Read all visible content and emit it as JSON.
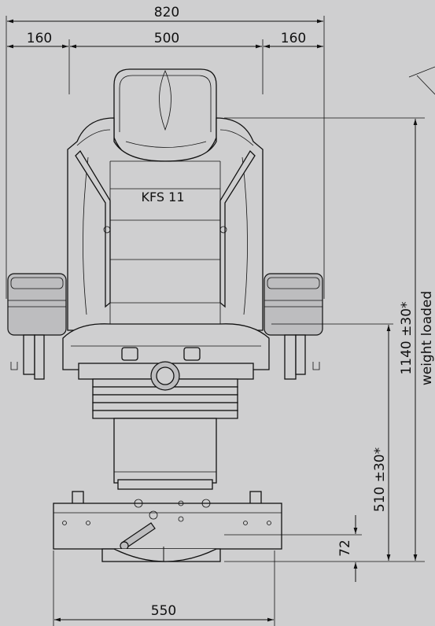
{
  "model_label": "KFS 11",
  "dimensions": {
    "overall_width": "820",
    "armrest_left": "160",
    "seat_width": "500",
    "armrest_right": "160",
    "total_height": "1140 ±30*",
    "total_height_note": "weight loaded",
    "seat_height": "510 ±30*",
    "base_height": "72",
    "base_width": "550"
  },
  "colors": {
    "background": "#cfcfd0",
    "line": "#111111"
  }
}
